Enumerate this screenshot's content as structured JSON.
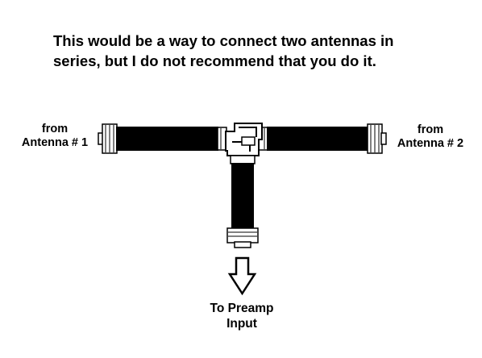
{
  "headline": {
    "line1": "This would be a way to connect two antennas in",
    "line2": "series, but I do not recommend that you do it."
  },
  "labels": {
    "left": {
      "line1": "from",
      "line2": "Antenna # 1"
    },
    "right": {
      "line1": "from",
      "line2": "Antenna # 2"
    },
    "bottom": {
      "line1": "To Preamp",
      "line2": "Input"
    }
  },
  "colors": {
    "cable": "#000000",
    "outline": "#000000",
    "connector": "#ffffff",
    "background": "#ffffff"
  }
}
